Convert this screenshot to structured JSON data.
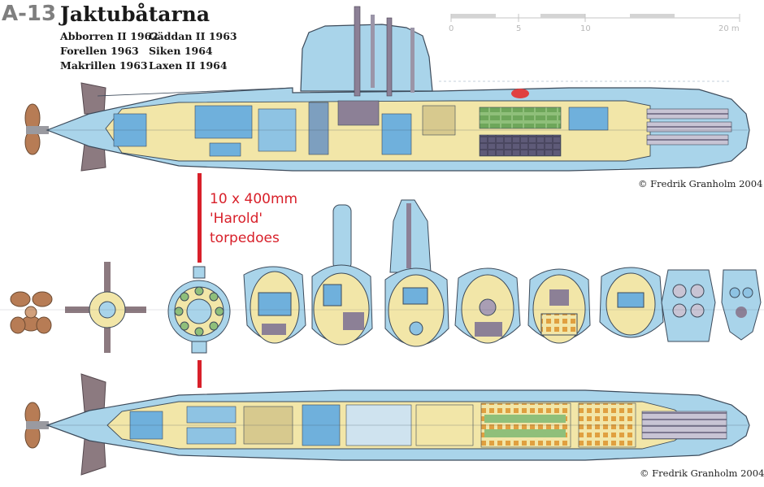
{
  "title": {
    "code": "A-13",
    "name": "Jaktubåtarna"
  },
  "boats": [
    [
      "Abborren II 1962",
      "Gäddan II 1963"
    ],
    [
      "Forellen 1963",
      "Siken 1964"
    ],
    [
      "Makrillen 1963",
      "Laxen II 1964"
    ]
  ],
  "scale": {
    "labels": [
      "0",
      "5",
      "10",
      "20 m"
    ]
  },
  "copyright_top": "© Fredrik Granholm 2004",
  "copyright_bottom": "© Fredrik Granholm 2004",
  "annotation": {
    "line1": "10 x 400mm",
    "line2": "'Harold'",
    "line3": "torpedoes"
  },
  "colors": {
    "hull_blue": "#a9d4ea",
    "interior_yellow": "#f2e6a8",
    "machinery_blue": "#6fb0dc",
    "outline": "#3c4a5a",
    "propeller": "#b77c55",
    "rudder_grey": "#8c7a80",
    "annotation_red": "#d8202a",
    "battery_dark": "#4a4760",
    "battery_green": "#8fbf7a",
    "battery_orange": "#e0a040"
  }
}
